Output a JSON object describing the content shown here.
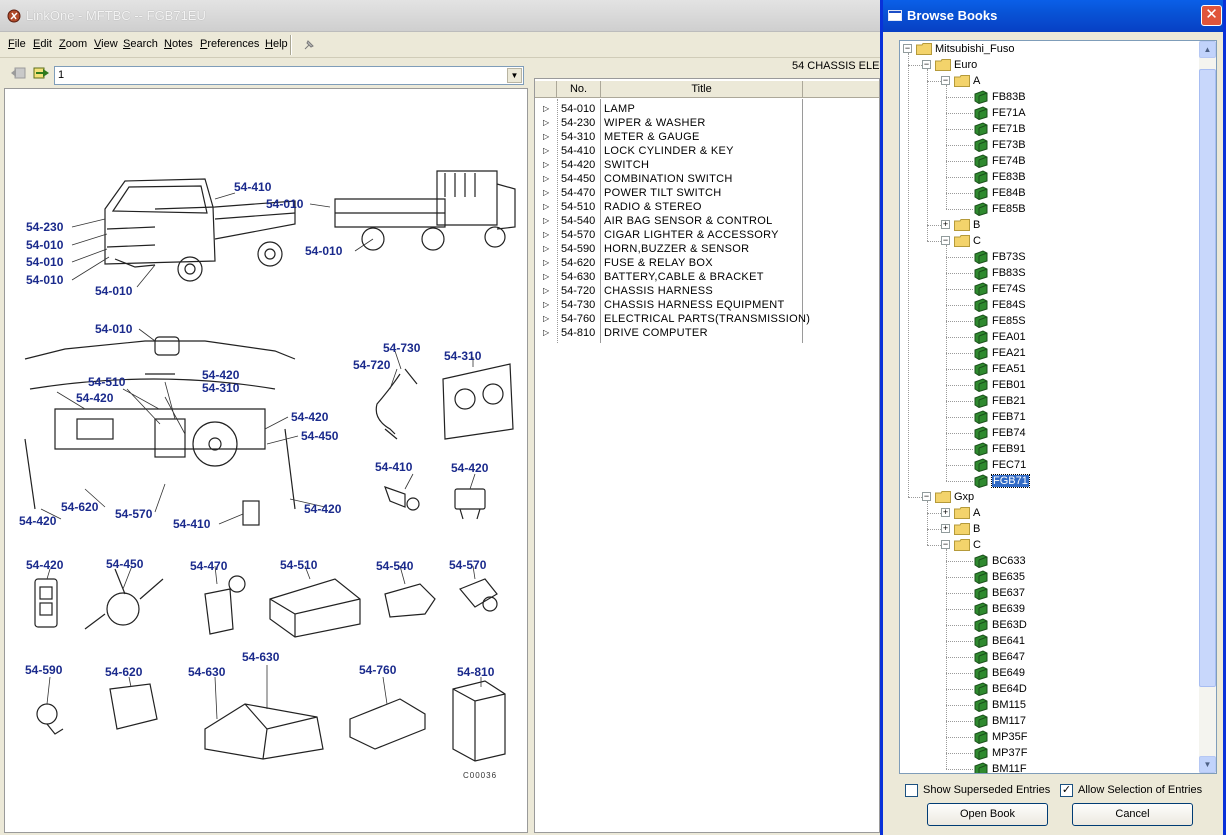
{
  "main_window": {
    "title": "LinkOne - MFTBC -- FGB71EU"
  },
  "menu": [
    {
      "pre": "",
      "key": "F",
      "post": "ile"
    },
    {
      "pre": "",
      "key": "E",
      "post": "dit"
    },
    {
      "pre": "",
      "key": "Z",
      "post": "oom"
    },
    {
      "pre": "",
      "key": "V",
      "post": "iew"
    },
    {
      "pre": "",
      "key": "S",
      "post": "earch"
    },
    {
      "pre": "",
      "key": "N",
      "post": "otes"
    },
    {
      "pre": "",
      "key": "P",
      "post": "references"
    },
    {
      "pre": "",
      "key": "H",
      "post": "elp"
    }
  ],
  "nav": {
    "page_value": "1",
    "icons": [
      "back-icon",
      "forward-icon",
      "pin-icon"
    ]
  },
  "right_panel": {
    "header": "54 CHASSIS ELE",
    "col_no": "No.",
    "col_title": "Title",
    "rows": [
      {
        "no": "54-010",
        "title": "LAMP"
      },
      {
        "no": "54-230",
        "title": "WIPER & WASHER"
      },
      {
        "no": "54-310",
        "title": "METER & GAUGE"
      },
      {
        "no": "54-410",
        "title": "LOCK CYLINDER & KEY"
      },
      {
        "no": "54-420",
        "title": "SWITCH"
      },
      {
        "no": "54-450",
        "title": "COMBINATION SWITCH"
      },
      {
        "no": "54-470",
        "title": "POWER TILT SWITCH"
      },
      {
        "no": "54-510",
        "title": "RADIO & STEREO"
      },
      {
        "no": "54-540",
        "title": "AIR BAG SENSOR & CONTROL"
      },
      {
        "no": "54-570",
        "title": "CIGAR LIGHTER & ACCESSORY"
      },
      {
        "no": "54-590",
        "title": "HORN,BUZZER & SENSOR"
      },
      {
        "no": "54-620",
        "title": "FUSE & RELAY BOX"
      },
      {
        "no": "54-630",
        "title": "BATTERY,CABLE & BRACKET"
      },
      {
        "no": "54-720",
        "title": "CHASSIS HARNESS"
      },
      {
        "no": "54-730",
        "title": "CHASSIS HARNESS EQUIPMENT"
      },
      {
        "no": "54-760",
        "title": "ELECTRICAL PARTS(TRANSMISSION)"
      },
      {
        "no": "54-810",
        "title": "DRIVE COMPUTER"
      }
    ]
  },
  "illustration": {
    "drawing_code": "C00036",
    "callouts": [
      "54-410",
      "54-010",
      "54-230",
      "54-010",
      "54-010",
      "54-010",
      "54-010",
      "54-010",
      "54-010",
      "54-730",
      "54-720",
      "54-310",
      "54-510",
      "54-420",
      "54-420",
      "54-310",
      "54-420",
      "54-450",
      "54-410",
      "54-420",
      "54-420",
      "54-620",
      "54-570",
      "54-410",
      "54-420",
      "54-420",
      "54-450",
      "54-470",
      "54-510",
      "54-540",
      "54-570",
      "54-590",
      "54-620",
      "54-630",
      "54-630",
      "54-760",
      "54-810"
    ]
  },
  "dialog": {
    "title": "Browse Books",
    "tree": [
      {
        "label": "Mitsubishi_Fuso",
        "type": "folder",
        "level": 0,
        "expander": "−"
      },
      {
        "label": "Euro",
        "type": "folder",
        "level": 1,
        "expander": "−"
      },
      {
        "label": "A",
        "type": "folder",
        "level": 2,
        "expander": "−"
      },
      {
        "label": "FB83B",
        "type": "book",
        "level": 3
      },
      {
        "label": "FE71A",
        "type": "book",
        "level": 3
      },
      {
        "label": "FE71B",
        "type": "book",
        "level": 3
      },
      {
        "label": "FE73B",
        "type": "book",
        "level": 3
      },
      {
        "label": "FE74B",
        "type": "book",
        "level": 3
      },
      {
        "label": "FE83B",
        "type": "book",
        "level": 3
      },
      {
        "label": "FE84B",
        "type": "book",
        "level": 3
      },
      {
        "label": "FE85B",
        "type": "book",
        "level": 3
      },
      {
        "label": "B",
        "type": "folder",
        "level": 2,
        "expander": "+"
      },
      {
        "label": "C",
        "type": "folder",
        "level": 2,
        "expander": "−"
      },
      {
        "label": "FB73S",
        "type": "book",
        "level": 3
      },
      {
        "label": "FB83S",
        "type": "book",
        "level": 3
      },
      {
        "label": "FE74S",
        "type": "book",
        "level": 3
      },
      {
        "label": "FE84S",
        "type": "book",
        "level": 3
      },
      {
        "label": "FE85S",
        "type": "book",
        "level": 3
      },
      {
        "label": "FEA01",
        "type": "book",
        "level": 3
      },
      {
        "label": "FEA21",
        "type": "book",
        "level": 3
      },
      {
        "label": "FEA51",
        "type": "book",
        "level": 3
      },
      {
        "label": "FEB01",
        "type": "book",
        "level": 3
      },
      {
        "label": "FEB21",
        "type": "book",
        "level": 3
      },
      {
        "label": "FEB71",
        "type": "book",
        "level": 3
      },
      {
        "label": "FEB74",
        "type": "book",
        "level": 3
      },
      {
        "label": "FEB91",
        "type": "book",
        "level": 3
      },
      {
        "label": "FEC71",
        "type": "book",
        "level": 3
      },
      {
        "label": "FGB71",
        "type": "book",
        "level": 3,
        "selected": true
      },
      {
        "label": "Gxp",
        "type": "folder",
        "level": 1,
        "expander": "−"
      },
      {
        "label": "A",
        "type": "folder",
        "level": 2,
        "expander": "+"
      },
      {
        "label": "B",
        "type": "folder",
        "level": 2,
        "expander": "+"
      },
      {
        "label": "C",
        "type": "folder",
        "level": 2,
        "expander": "−"
      },
      {
        "label": "BC633",
        "type": "book",
        "level": 3
      },
      {
        "label": "BE635",
        "type": "book",
        "level": 3
      },
      {
        "label": "BE637",
        "type": "book",
        "level": 3
      },
      {
        "label": "BE639",
        "type": "book",
        "level": 3
      },
      {
        "label": "BE63D",
        "type": "book",
        "level": 3
      },
      {
        "label": "BE641",
        "type": "book",
        "level": 3
      },
      {
        "label": "BE647",
        "type": "book",
        "level": 3
      },
      {
        "label": "BE649",
        "type": "book",
        "level": 3
      },
      {
        "label": "BE64D",
        "type": "book",
        "level": 3
      },
      {
        "label": "BM115",
        "type": "book",
        "level": 3
      },
      {
        "label": "BM117",
        "type": "book",
        "level": 3
      },
      {
        "label": "MP35F",
        "type": "book",
        "level": 3
      },
      {
        "label": "MP37F",
        "type": "book",
        "level": 3
      },
      {
        "label": "BM11F",
        "type": "book",
        "level": 3
      }
    ],
    "show_superseded": {
      "label": "Show Superseded Entries",
      "checked": false
    },
    "allow_selection": {
      "label": "Allow Selection of Entries",
      "checked": true
    },
    "open_button": "Open Book",
    "cancel_button": "Cancel",
    "close_glyph": "✕"
  },
  "colors": {
    "callout_blue": "#1a2a8c",
    "title_blue": "#0853d6",
    "book_green": "#2f8a2f",
    "folder_yellow": "#f3d36b",
    "selection_blue": "#316ac5"
  }
}
